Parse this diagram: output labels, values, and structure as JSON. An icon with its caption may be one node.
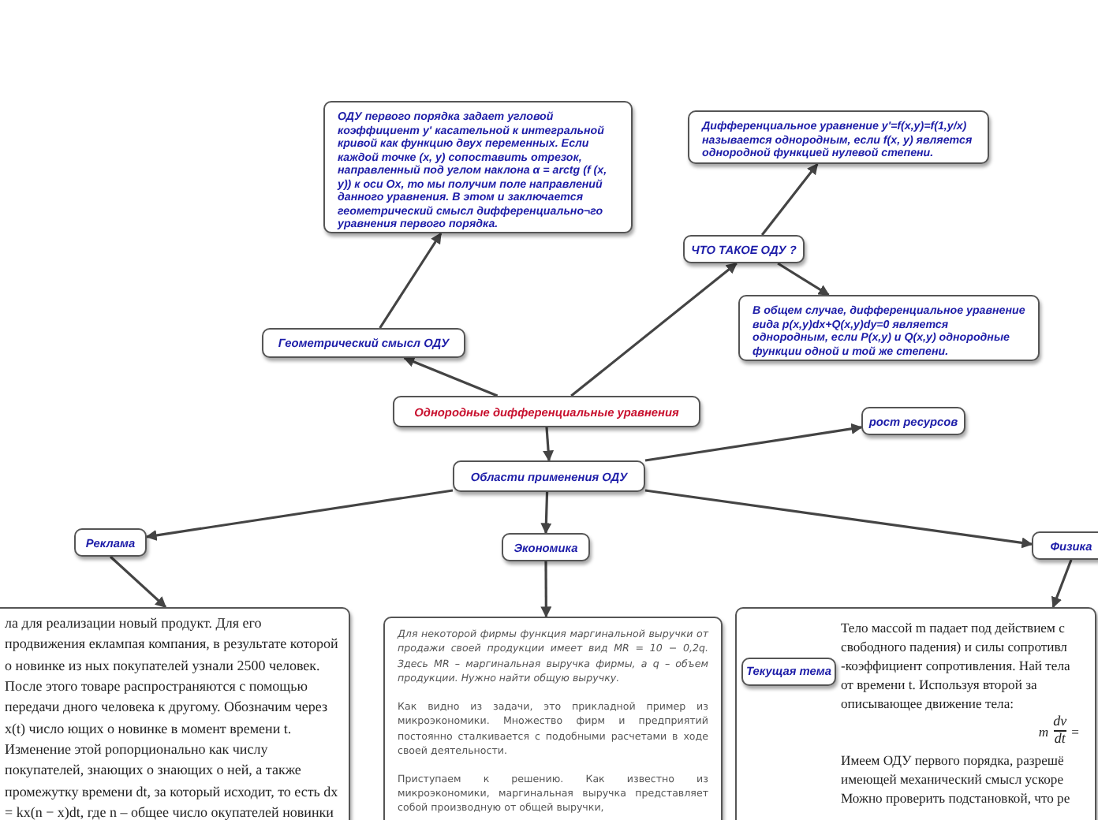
{
  "diagram": {
    "nodes": [
      {
        "text": [
          "ОДУ первого порядка задает угловой коэффициент y' касательной к интегральной кривой как функцию двух переменных. Если каждой точке (x, y) сопоставить отрезок, направленный под углом наклона α = arctg (f (x, y)) к оси Ox, то мы получим поле направлений данного уравнения. В этом и заключается геометрический смысл дифференциально¬го уравнения первого порядка."
        ]
      },
      {
        "text": [
          "Дифференциальное уравнение y'=f(x,y)=f(1,y/x) называется однородным, если f(x, y) является однородной функцией нулевой степени."
        ]
      },
      {
        "text": [
          "ЧТО ТАКОЕ ОДУ ?"
        ]
      },
      {
        "text": [
          "В общем случае, дифференциальное уравнение вида p(x,y)dx+Q(x,y)dy=0 является однородным, если P(x,y) и Q(x,y) однородные функции одной и той же степени."
        ]
      },
      {
        "text": [
          "Геометрический смысл ОДУ"
        ]
      },
      {
        "text": [
          "Однородные дифференциальные уравнения"
        ]
      },
      {
        "text": [
          "рост ресурсов"
        ]
      },
      {
        "text": [
          "Области применения ОДУ"
        ]
      },
      {
        "text": [
          "Реклама"
        ]
      },
      {
        "text": [
          "Экономика"
        ]
      },
      {
        "text": [
          "Физика"
        ]
      },
      {
        "text": [
          "ла для реализации новый продукт. Для его продвижения еклампая компания, в результате которой о новинке из ных покупателей узнали 2500 человек. После этого товаре распространяются с помощью передачи дного человека к другому. Обозначим через x(t) число ющих о новинке в момент времени t. Изменение этой ропорционально как числу покупателей, знающих о знающих о ней, а также промежутку времени dt, за который исходит, то есть dx = kx(n − x)dt, где n – общее число окупателей новинки (в нашем случае n = 10000), k –"
        ]
      },
      {
        "text": [
          "Для некоторой фирмы функция маргинальной выручки от продажи своей продукции имеет вид MR = 10 − 0,2q. Здесь MR – маргинальная выручка фирмы, а q – объем продукции. Нужно найти общую выручку.",
          "Как видно из задачи, это прикладной пример из микроэкономики. Множество фирм и предприятий постоянно сталкивается с подобными расчетами в ходе своей деятельности.",
          "Приступаем к решению. Как известно из микроэкономики, маргинальная выручка представляет собой производную от общей выручки,"
        ]
      },
      {
        "text": [
          "Тело массой m падает под действием с свободного падения) и силы сопротивл -коэффициент сопротивления. Най тела от времени t. Используя второй за описывающее движение тела:",
          "m",
          "dv",
          "dt",
          "=",
          "Имеем ОДУ первого порядка, разрешё имеющей механический смысл ускоре Можно проверить подстановкой, что ре"
        ]
      },
      {
        "text": [
          "Текущая тема"
        ],
        "in": 13
      }
    ],
    "edges": [
      {
        "from": 5,
        "to": 4,
        "arrow": "to"
      },
      {
        "from": 4,
        "to": 0,
        "arrow": "to"
      },
      {
        "from": 5,
        "to": 2,
        "arrow": "to"
      },
      {
        "from": 2,
        "to": 1,
        "arrow": "to"
      },
      {
        "from": 2,
        "to": 3,
        "arrow": "to"
      },
      {
        "from": 5,
        "to": 7,
        "arrow": "to"
      },
      {
        "from": 7,
        "to": 6,
        "arrow": "to"
      },
      {
        "from": 7,
        "to": 8,
        "arrow": "to"
      },
      {
        "from": 7,
        "to": 9,
        "arrow": "to"
      },
      {
        "from": 7,
        "to": 10,
        "arrow": "to"
      },
      {
        "from": 8,
        "to": 11,
        "arrow": "to"
      },
      {
        "from": 9,
        "to": 12,
        "arrow": "to"
      },
      {
        "from": 10,
        "to": 13,
        "arrow": "to"
      }
    ]
  }
}
